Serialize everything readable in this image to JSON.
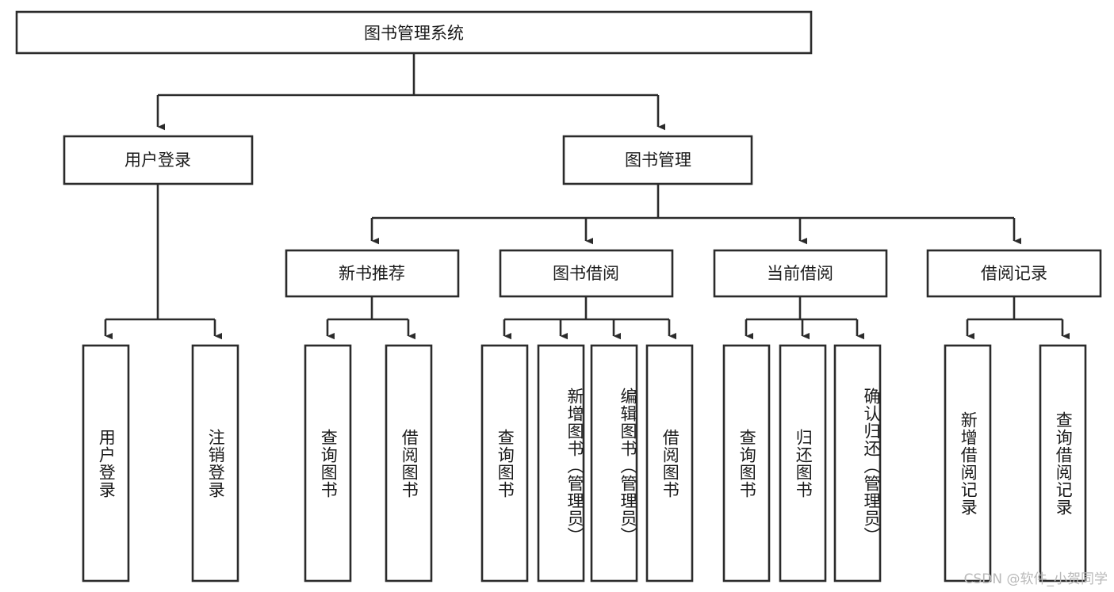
{
  "diagram": {
    "title": "图书管理系统",
    "type": "tree-hierarchy",
    "watermark": "CSDN @软件_小贺同学",
    "colors": {
      "stroke": "#2b2b2b",
      "fill": "#ffffff",
      "text": "#1b1b1b",
      "watermark": "#b9b9b9",
      "background": "#ffffff"
    },
    "root": {
      "label": "图书管理系统"
    },
    "level2": [
      {
        "label": "用户登录"
      },
      {
        "label": "图书管理"
      }
    ],
    "level3": [
      {
        "label": "新书推荐"
      },
      {
        "label": "图书借阅"
      },
      {
        "label": "当前借阅"
      },
      {
        "label": "借阅记录"
      }
    ],
    "leaves": {
      "user_login": [
        {
          "label": "用户登录"
        },
        {
          "label": "注销登录"
        }
      ],
      "new_book": [
        {
          "label": "查询图书"
        },
        {
          "label": "借阅图书"
        }
      ],
      "book_borrow": [
        {
          "label": "查询图书"
        },
        {
          "label": "新增图书（管理员）"
        },
        {
          "label": "编辑图书（管理员）"
        },
        {
          "label": "借阅图书"
        }
      ],
      "current_borrow": [
        {
          "label": "查询图书"
        },
        {
          "label": "归还图书"
        },
        {
          "label": "确认归还（管理员）"
        }
      ],
      "borrow_record": [
        {
          "label": "新增借阅记录"
        },
        {
          "label": "查询借阅记录"
        }
      ]
    }
  }
}
